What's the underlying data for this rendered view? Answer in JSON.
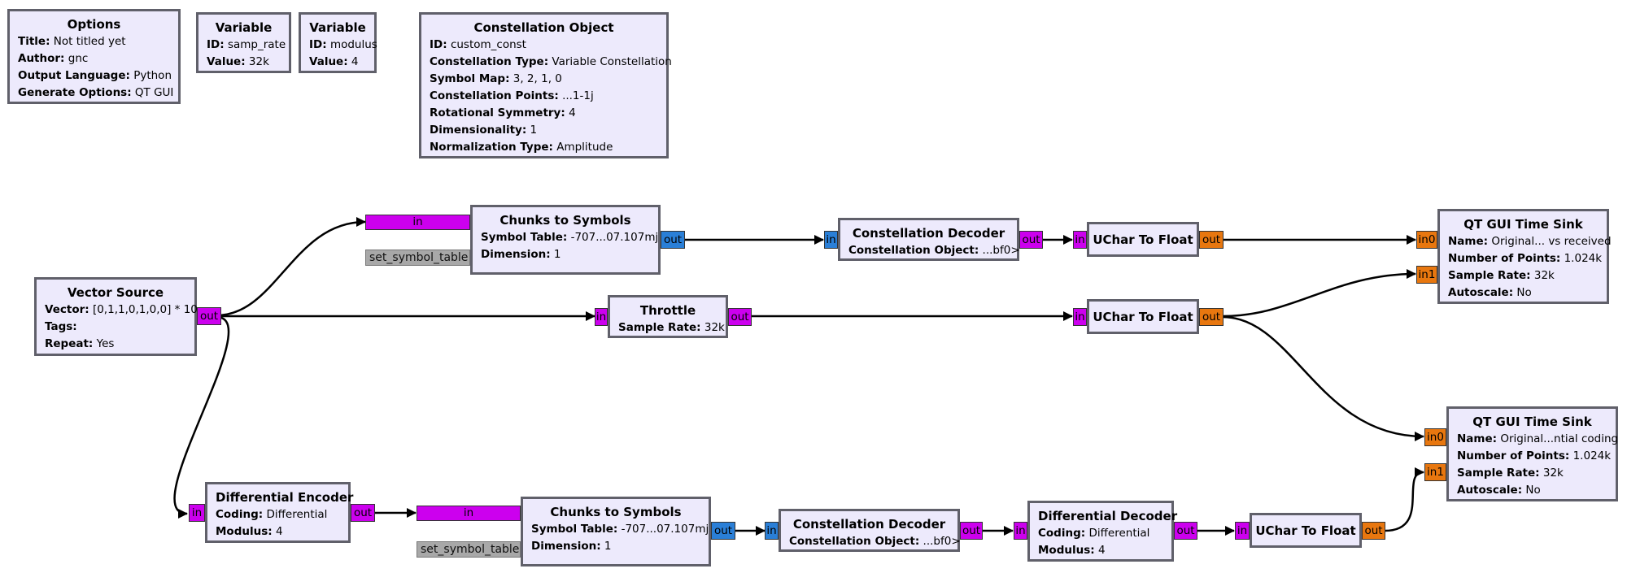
{
  "colors": {
    "block_fill": "#edeafc",
    "block_border": "#60606a",
    "byte_port": "#cc00ee",
    "complex_port": "#2a7fd7",
    "float_port": "#e8770f",
    "message_port": "#a8a8a8"
  },
  "options": {
    "title": "Options",
    "rows": [
      {
        "k": "Title:",
        "v": "Not titled yet"
      },
      {
        "k": "Author:",
        "v": "gnc"
      },
      {
        "k": "Output Language:",
        "v": "Python"
      },
      {
        "k": "Generate Options:",
        "v": "QT GUI"
      }
    ]
  },
  "var_samp_rate": {
    "title": "Variable",
    "rows": [
      {
        "k": "ID:",
        "v": "samp_rate"
      },
      {
        "k": "Value:",
        "v": "32k"
      }
    ]
  },
  "var_modulus": {
    "title": "Variable",
    "rows": [
      {
        "k": "ID:",
        "v": "modulus"
      },
      {
        "k": "Value:",
        "v": "4"
      }
    ]
  },
  "constellation_object": {
    "title": "Constellation Object",
    "rows": [
      {
        "k": "ID:",
        "v": "custom_const"
      },
      {
        "k": "Constellation Type:",
        "v": "Variable Constellation"
      },
      {
        "k": "Symbol Map:",
        "v": "3, 2, 1, 0"
      },
      {
        "k": "Constellation Points:",
        "v": "...1-1j"
      },
      {
        "k": "Rotational Symmetry:",
        "v": "4"
      },
      {
        "k": "Dimensionality:",
        "v": "1"
      },
      {
        "k": "Normalization Type:",
        "v": "Amplitude"
      }
    ]
  },
  "vector_source": {
    "title": "Vector Source",
    "rows": [
      {
        "k": "Vector:",
        "v": "[0,1,1,0,1,0,0] * 10"
      },
      {
        "k": "Tags:",
        "v": ""
      },
      {
        "k": "Repeat:",
        "v": "Yes"
      }
    ]
  },
  "chunks_top": {
    "title": "Chunks to Symbols",
    "rows": [
      {
        "k": "Symbol Table:",
        "v": "-707...07.107mj"
      },
      {
        "k": "Dimension:",
        "v": "1"
      }
    ]
  },
  "chunks_bottom": {
    "title": "Chunks to Symbols",
    "rows": [
      {
        "k": "Symbol Table:",
        "v": "-707...07.107mj"
      },
      {
        "k": "Dimension:",
        "v": "1"
      }
    ]
  },
  "const_decoder_top": {
    "title": "Constellation Decoder",
    "rows": [
      {
        "k": "Constellation Object:",
        "v": "...bf0>"
      }
    ]
  },
  "const_decoder_bottom": {
    "title": "Constellation Decoder",
    "rows": [
      {
        "k": "Constellation Object:",
        "v": "...bf0>"
      }
    ]
  },
  "uchar_to_float_1": {
    "title": "UChar To Float",
    "rows": []
  },
  "uchar_to_float_2": {
    "title": "UChar To Float",
    "rows": []
  },
  "uchar_to_float_3": {
    "title": "UChar To Float",
    "rows": []
  },
  "throttle": {
    "title": "Throttle",
    "rows": [
      {
        "k": "Sample Rate:",
        "v": "32k"
      }
    ]
  },
  "diff_encoder": {
    "title": "Differential Encoder",
    "rows": [
      {
        "k": "Coding:",
        "v": "Differential"
      },
      {
        "k": "Modulus:",
        "v": "4"
      }
    ]
  },
  "diff_decoder": {
    "title": "Differential Decoder",
    "rows": [
      {
        "k": "Coding:",
        "v": "Differential"
      },
      {
        "k": "Modulus:",
        "v": "4"
      }
    ]
  },
  "time_sink_1": {
    "title": "QT GUI Time Sink",
    "rows": [
      {
        "k": "Name:",
        "v": "Original... vs received"
      },
      {
        "k": "Number of Points:",
        "v": "1.024k"
      },
      {
        "k": "Sample Rate:",
        "v": "32k"
      },
      {
        "k": "Autoscale:",
        "v": "No"
      }
    ]
  },
  "time_sink_2": {
    "title": "QT GUI Time Sink",
    "rows": [
      {
        "k": "Name:",
        "v": "Original...ntial coding"
      },
      {
        "k": "Number of Points:",
        "v": "1.024k"
      },
      {
        "k": "Sample Rate:",
        "v": "32k"
      },
      {
        "k": "Autoscale:",
        "v": "No"
      }
    ]
  },
  "ports": {
    "in": "in",
    "out": "out",
    "in0": "in0",
    "in1": "in1",
    "set_symbol_table": "set_symbol_table"
  }
}
